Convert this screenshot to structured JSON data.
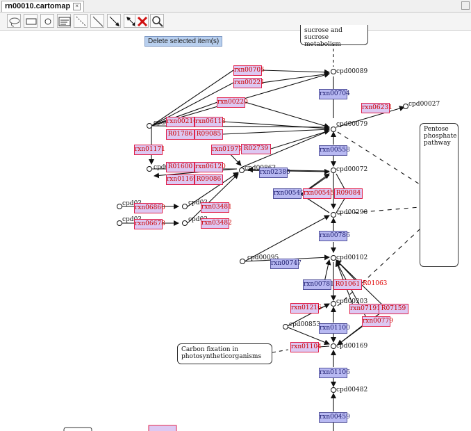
{
  "window": {
    "tab_title": "rn00010.cartomap"
  },
  "toolbar": {
    "tools": [
      "lasso-tool",
      "rectangle-tool",
      "node-tool",
      "text-label-tool",
      "dashed-line-tool",
      "line-tool",
      "arrow-tool",
      "double-arrow-tool",
      "delete-tool",
      "zoom-tool"
    ]
  },
  "tooltip": {
    "text": "Delete selected item(s)"
  },
  "boxes": {
    "top": "sucrose and sucrose metabolism",
    "pentose": "Pentose phosphate pathway",
    "carbon": "Carbon fixation in photosyntheticorganisms"
  },
  "compounds": {
    "c89": "cpd00089",
    "c27": "cpd00027",
    "c79": "cpd00079",
    "c72": "cpd00072",
    "c290": "cpd00290",
    "c102": "cpd00102",
    "c95": "cpd00095",
    "c203": "cpd00203",
    "c853": "cpd00853",
    "c169": "cpd00169",
    "c482": "cpd00482",
    "c863": "cpd00863",
    "cL1": "cpd00",
    "cL2": "cpd00",
    "c03a": "cpd03",
    "c03b": "cpd03",
    "c03c": "cpd03",
    "c03d": "cpd03"
  },
  "reactions": {
    "r705": "rxn00705",
    "r221": "rxn00221",
    "r220": "rxn00220",
    "r216": "rxn00216",
    "r6118": "rxn06118",
    "r1786": "R01786",
    "r9085": "R09085",
    "r1171": "rxn01171",
    "r1977": "rxn01977",
    "r2739": "R02739",
    "r1600": "R01600",
    "r6120": "rxn06120",
    "r1169": "rxn01169",
    "r9086": "R09086",
    "r6860": "rxn06860",
    "r3481": "rxn03481",
    "r6678": "rxn06678",
    "r3482": "rxn03482",
    "r704": "rxn00704",
    "r6231": "rxn06231",
    "r558": "rxn00558",
    "r2380": "rxn02380",
    "r549": "rxn00549",
    "r545": "rxn00545",
    "r9084": "R09084",
    "r786": "rxn00786",
    "r747": "rxn00747",
    "r781": "rxn00781",
    "r1061": "R01061",
    "r1063": "R01063",
    "r1216": "rxn01216",
    "r7191": "rxn07191",
    "r7159": "R07159",
    "r779": "rxn00779",
    "r1100": "rxn01100",
    "r1104": "rxn01104",
    "r1106": "rxn01106",
    "r459": "rxn00459"
  }
}
